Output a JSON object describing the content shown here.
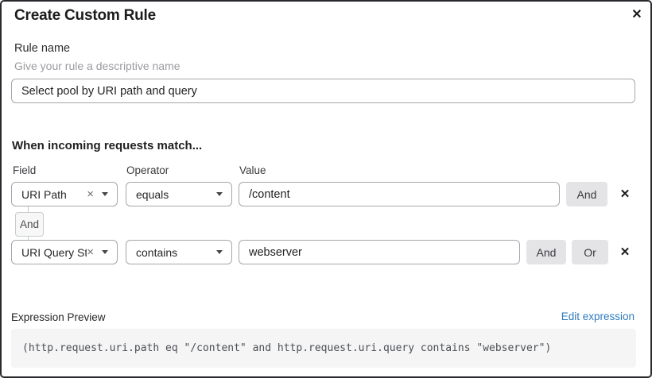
{
  "dialog": {
    "title": "Create Custom Rule"
  },
  "icons": {
    "close": "✕",
    "remove": "✕",
    "clear": "×"
  },
  "rule_name": {
    "label": "Rule name",
    "helper": "Give your rule a descriptive name",
    "value": "Select pool by URI path and query"
  },
  "match": {
    "heading": "When incoming requests match...",
    "field_label": "Field",
    "operator_label": "Operator",
    "value_label": "Value",
    "connector": "And",
    "rows": [
      {
        "field": "URI Path",
        "operator": "equals",
        "value": "/content",
        "and_label": "And"
      },
      {
        "field": "URI Query St...",
        "operator": "contains",
        "value": "webserver",
        "and_label": "And",
        "or_label": "Or"
      }
    ]
  },
  "expression": {
    "label": "Expression Preview",
    "edit_link": "Edit expression",
    "code": "(http.request.uri.path eq \"/content\" and http.request.uri.query contains \"webserver\")"
  },
  "colors": {
    "link_blue": "#2f7bbe",
    "button_gray": "#e4e4e6",
    "code_bg": "#f5f5f6",
    "input_border": "#a3a7ab",
    "dialog_border": "#2a2a2e"
  }
}
